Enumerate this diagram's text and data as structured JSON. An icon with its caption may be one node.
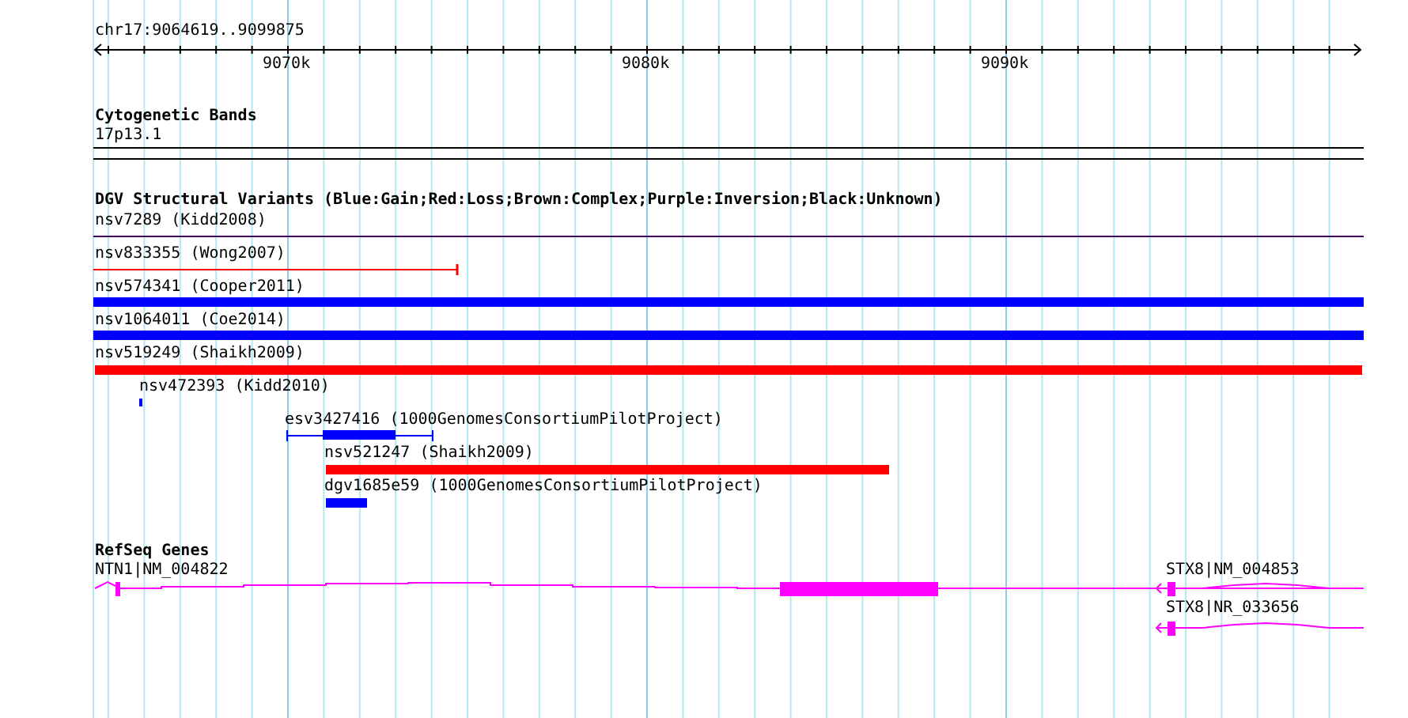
{
  "diagram": {
    "labels": [
      "chr17:9064619..9099875",
      "9070k",
      "9080k",
      "9090k",
      "Cytogenetic Bands",
      "17p13.1",
      "DGV Structural Variants (Blue:Gain;Red:Loss;Brown:Complex;Purple:Inversion;Black:Unknown)",
      "nsv7289 (Kidd2008)",
      "nsv833355 (Wong2007)",
      "nsv574341 (Cooper2011)",
      "nsv1064011 (Coe2014)",
      "nsv519249 (Shaikh2009)",
      "nsv472393 (Kidd2010)",
      "esv3427416 (1000GenomesConsortiumPilotProject)",
      "nsv521247 (Shaikh2009)",
      "dgv1685e59 (1000GenomesConsortiumPilotProject)",
      "RefSeq Genes",
      "NTN1|NM_004822",
      "STX8|NM_004853",
      "STX8|NR_033656"
    ]
  }
}
